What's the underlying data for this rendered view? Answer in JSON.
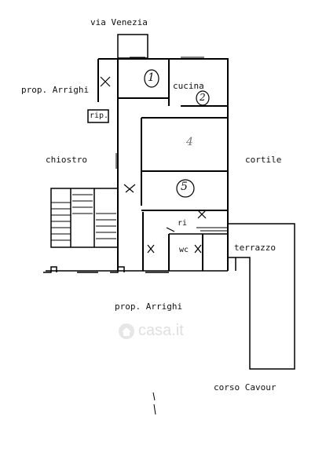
{
  "labels": {
    "via_venezia": "via Venezia",
    "prop_arrighi_top": "prop. Arrighi",
    "cucina": "cucina",
    "rip_top": "rip.",
    "chiostro": "chiostro",
    "cortile": "cortile",
    "rip_bottom": "ri",
    "terrazzo": "terrazzo",
    "wc": "wc",
    "prop_arrighi_bottom": "prop. Arrighi",
    "corso_cavour": "corso Cavour"
  },
  "room_numbers": {
    "room1": "1",
    "room2": "2",
    "room4": "4",
    "room5": "5"
  },
  "watermark": {
    "text": "casa.it",
    "icon": "house-icon"
  }
}
